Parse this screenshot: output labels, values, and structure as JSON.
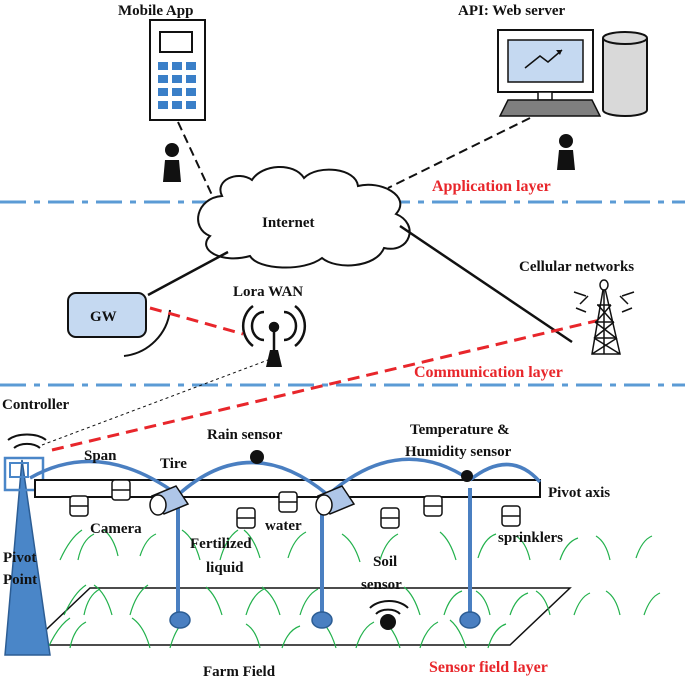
{
  "labels": {
    "mobile_app": "Mobile App",
    "api_server": "API: Web server",
    "application_layer": "Application layer",
    "internet": "Internet",
    "cellular_networks": "Cellular networks",
    "gw": "GW",
    "lora_wan": "Lora WAN",
    "communication_layer": "Communication layer",
    "controller": "Controller",
    "span": "Span",
    "tire": "Tire",
    "rain_sensor": "Rain sensor",
    "temperature_line1": "Temperature &",
    "temperature_line2": "Humidity sensor",
    "pivot_axis": "Pivot axis",
    "camera": "Camera",
    "water": "water",
    "fertilized_line1": "Fertilized",
    "fertilized_line2": "liquid",
    "sprinklers": "sprinklers",
    "pivot_line1": "Pivot",
    "pivot_line2": "Point",
    "soil_line1": "Soil",
    "soil_line2": "sensor",
    "farm_field": "Farm Field",
    "sensor_field_layer": "Sensor field layer"
  },
  "colors": {
    "layer_divider": "#5b9bd5",
    "layer_label": "#e8262b",
    "pipe_blue": "#4a7fc1",
    "gw_fill": "#c5d9f1",
    "monitor_screen": "#c5d9f1",
    "keypad_blue": "#3a7fc8",
    "grass": "#22b14c",
    "pivot_fill": "#4a86c8",
    "tire_fill": "#aec6e8"
  },
  "icons": {
    "phone": "mobile-phone-icon",
    "server": "web-server-icon",
    "user": "user-icon",
    "cloud": "cloud-icon",
    "tower": "cell-tower-icon",
    "antenna": "lora-antenna-icon",
    "gateway": "gateway-box-icon"
  }
}
